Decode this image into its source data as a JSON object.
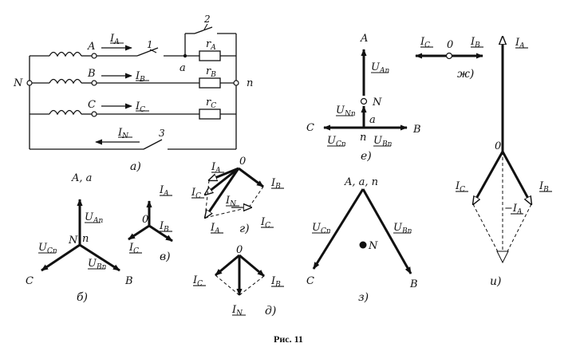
{
  "caption": "Рис. 11",
  "panel_labels": {
    "a": "а)",
    "b": "б)",
    "v": "в)",
    "g": "г)",
    "d": "д)",
    "e": "е)",
    "zh": "ж)",
    "z": "з)",
    "i": "и)"
  },
  "circuit": {
    "phase_A": "A",
    "phase_B": "B",
    "phase_C": "C",
    "neutral": "N",
    "node_a": "a",
    "node_n": "n",
    "current_A": "I",
    "current_B": "I",
    "current_C": "I",
    "current_N": "I",
    "sub_A": "A",
    "sub_B": "B",
    "sub_C": "C",
    "sub_N": "N",
    "resistor_A": "r",
    "resistor_B": "r",
    "resistor_C": "r",
    "res_sub_A": "A",
    "res_sub_B": "B",
    "res_sub_C": "C",
    "switch_1": "1",
    "switch_2": "2",
    "switch_3": "3"
  },
  "diagram_b": {
    "top": "A, a",
    "left": "C",
    "right": "B",
    "center_N": "N",
    "center_n": "n",
    "u": "U",
    "sub_An": "An",
    "sub_Cn": "Cn",
    "sub_Bn": "Bn"
  },
  "diagram_v": {
    "origin": "0",
    "i": "I",
    "sub_A": "A",
    "sub_B": "B",
    "sub_C": "C"
  },
  "diagram_g": {
    "origin": "0",
    "i": "I",
    "sub_A": "A",
    "sub_B": "B",
    "sub_C": "C",
    "sub_N": "N"
  },
  "diagram_d": {
    "origin": "0",
    "i": "I",
    "sub_B": "B",
    "sub_C": "C",
    "sub_N": "N"
  },
  "diagram_e": {
    "A": "A",
    "N": "N",
    "C": "C",
    "B": "B",
    "a": "a",
    "n": "n",
    "u": "U",
    "sub_An": "An",
    "sub_Nn": "Nn",
    "sub_Cn": "Cn",
    "sub_Bn": "Bn"
  },
  "diagram_zh": {
    "origin": "0",
    "i": "I",
    "sub_C": "C",
    "sub_B": "B"
  },
  "diagram_z": {
    "top": "A, a, n",
    "N": "N",
    "C": "C",
    "B": "B",
    "u": "U",
    "sub_Cn": "Cn",
    "sub_Bn": "Bn"
  },
  "diagram_i": {
    "origin": "0",
    "i": "I",
    "sub_A": "A",
    "sub_B": "B",
    "sub_C": "C",
    "neg": "−I",
    "neg_sub": "A"
  }
}
